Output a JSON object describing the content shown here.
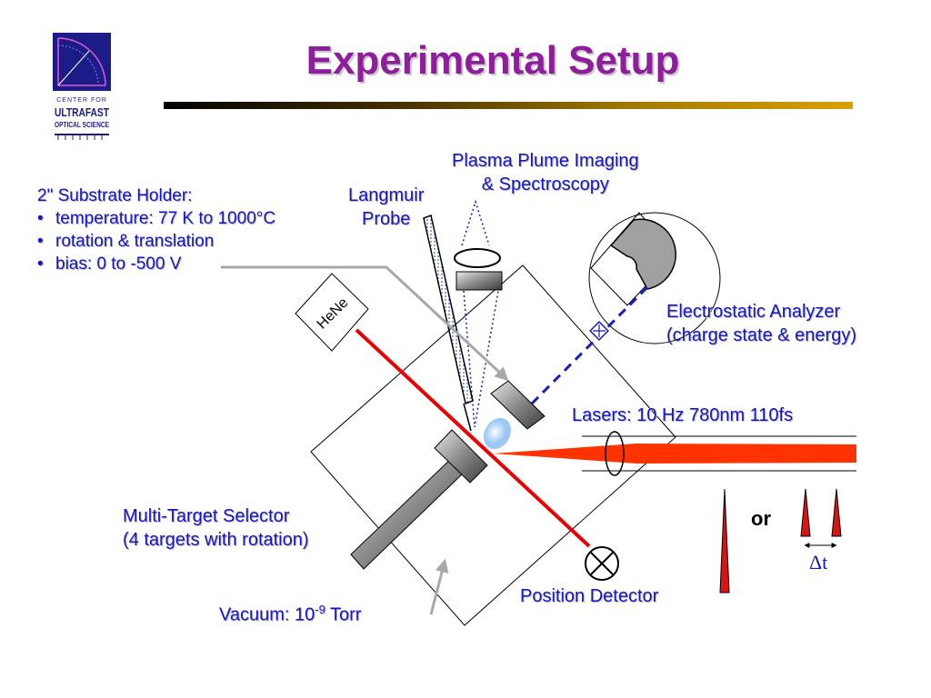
{
  "title": "Experimental Setup",
  "logo": {
    "line1": "CENTER FOR",
    "line2": "ULTRAFAST",
    "line3": "OPTICAL SCIENCE"
  },
  "labels": {
    "plasma_imaging_line1": "Plasma Plume Imaging",
    "plasma_imaging_line2": "& Spectroscopy",
    "langmuir_line1": "Langmuir",
    "langmuir_line2": "Probe",
    "substrate_title": "2\" Substrate Holder:",
    "substrate_items": [
      "temperature: 77 K to 1000°C",
      "rotation & translation",
      "bias: 0 to -500 V"
    ],
    "hene": "HeNe",
    "analyzer_line1": "Electrostatic Analyzer",
    "analyzer_line2": "(charge state & energy)",
    "lasers": "Lasers: 10 Hz 780nm 110fs",
    "target_selector_line1": "Multi-Target Selector",
    "target_selector_line2": "(4 targets with rotation)",
    "vacuum_prefix": "Vacuum: 10",
    "vacuum_exponent": "-9",
    "vacuum_suffix": " Torr",
    "position_detector": "Position Detector",
    "or": "or",
    "delta_t": "Δt"
  },
  "colors": {
    "title": "#8e1e9c",
    "label_text": "#1414cc",
    "laser": "#ff3300",
    "hene_beam": "#ee0000",
    "ion_path": "#1a1acc",
    "pointer_arrow": "#a8a8a8",
    "logo_bg": "#1c1c88"
  }
}
